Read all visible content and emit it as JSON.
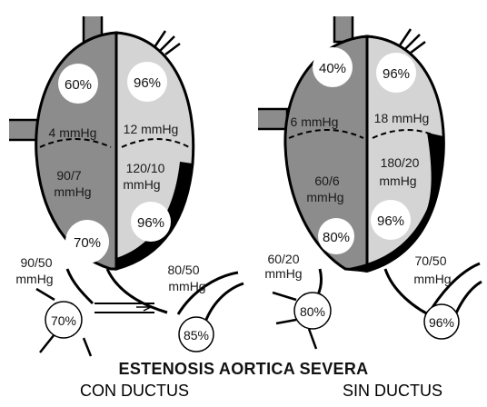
{
  "colors": {
    "dark_chamber": "#8c8c8c",
    "light_chamber": "#d4d4d4",
    "outline": "#000000",
    "circle_fill": "#ffffff",
    "text": "#1a1a1a"
  },
  "left_heart": {
    "ra_sat": "60%",
    "la_sat": "96%",
    "ra_pressure": "4 mmHg",
    "la_pressure": "12 mmHg",
    "rv_pressure_line1": "90/7",
    "rv_pressure_line2": "mmHg",
    "lv_pressure_line1": "120/10",
    "lv_pressure_line2": "mmHg",
    "rv_sat": "70%",
    "lv_sat": "96%",
    "pa_pressure_line1": "90/50",
    "pa_pressure_line2": "mmHg",
    "ao_pressure_line1": "80/50",
    "ao_pressure_line2": "mmHg",
    "pa_sat": "70%",
    "ao_sat": "85%"
  },
  "right_heart": {
    "ra_sat": "40%",
    "la_sat": "96%",
    "ra_pressure": "6 mmHg",
    "la_pressure": "18 mmHg",
    "rv_pressure_line1": "60/6",
    "rv_pressure_line2": "mmHg",
    "lv_pressure_line1": "180/20",
    "lv_pressure_line2": "mmHg",
    "rv_sat": "80%",
    "lv_sat": "96%",
    "pa_pressure_line1": "60/20",
    "pa_pressure_line2": "mmHg",
    "ao_pressure_line1": "70/50",
    "ao_pressure_line2": "mmHg",
    "pa_sat": "80%",
    "ao_sat": "96%"
  },
  "captions": {
    "title": "ESTENOSIS AORTICA SEVERA",
    "left": "CON DUCTUS",
    "right": "SIN DUCTUS"
  }
}
